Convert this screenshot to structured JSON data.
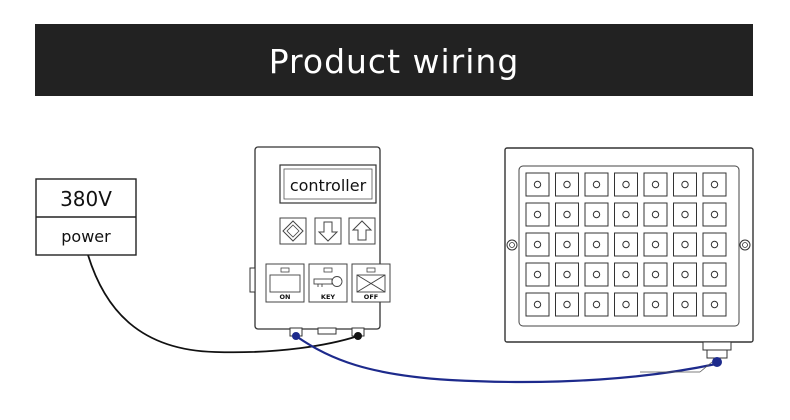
{
  "banner": {
    "title": "Product wiring"
  },
  "power_box": {
    "voltage": "380V",
    "label": "power"
  },
  "controller": {
    "display_text": "controller",
    "buttons": [
      {
        "name": "on-button",
        "label": "ON"
      },
      {
        "name": "key-button",
        "label": "KEY"
      },
      {
        "name": "off-button",
        "label": "OFF"
      }
    ],
    "arrow_buttons": [
      "diamond-icon",
      "down-arrow-icon",
      "up-arrow-icon"
    ]
  },
  "magnetic_chuck": {
    "rows": 5,
    "cols": 7
  },
  "colors": {
    "banner_bg": "#222222",
    "banner_text": "#ffffff",
    "power_cable": "#111111",
    "signal_cable": "#1d2a8c",
    "outline": "#333333"
  }
}
